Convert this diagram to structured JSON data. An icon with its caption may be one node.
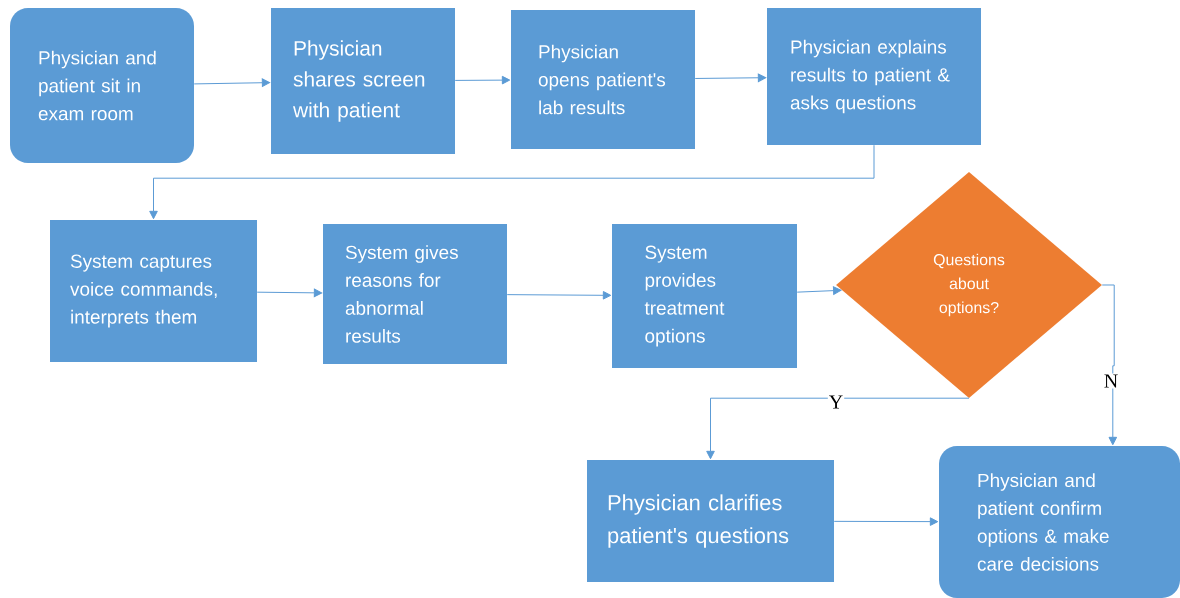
{
  "diagram": {
    "nodes": [
      {
        "text": [
          "Physician and patient sit in exam room"
        ]
      },
      {
        "text": [
          "Physician shares screen with patient"
        ]
      },
      {
        "text": [
          "Physician opens patient's lab results"
        ]
      },
      {
        "text": [
          "Physician explains results to patient & asks questions"
        ]
      },
      {
        "text": [
          "System captures voice commands, interprets them"
        ]
      },
      {
        "text": [
          "System gives reasons for abnormal results"
        ]
      },
      {
        "text": [
          "System provides treatment options"
        ]
      },
      {
        "text": [
          "Questions about options?"
        ]
      },
      {
        "text": [
          "Physician clarifies patient's questions"
        ]
      },
      {
        "text": [
          "Physician and patient confirm options & make care decisions"
        ]
      }
    ],
    "edges": [
      {
        "from": 0,
        "to": 1,
        "arrow": "to"
      },
      {
        "from": 1,
        "to": 2,
        "arrow": "to"
      },
      {
        "from": 2,
        "to": 3,
        "arrow": "to"
      },
      {
        "from": 3,
        "to": 4,
        "arrow": "to"
      },
      {
        "from": 4,
        "to": 5,
        "arrow": "to"
      },
      {
        "from": 5,
        "to": 6,
        "arrow": "to"
      },
      {
        "from": 6,
        "to": 7,
        "arrow": "to"
      },
      {
        "from": 7,
        "to": 8,
        "arrow": "to",
        "label": "Y"
      },
      {
        "from": 7,
        "to": 9,
        "arrow": "to",
        "label": "N"
      },
      {
        "from": 8,
        "to": 9,
        "arrow": "to"
      }
    ]
  }
}
